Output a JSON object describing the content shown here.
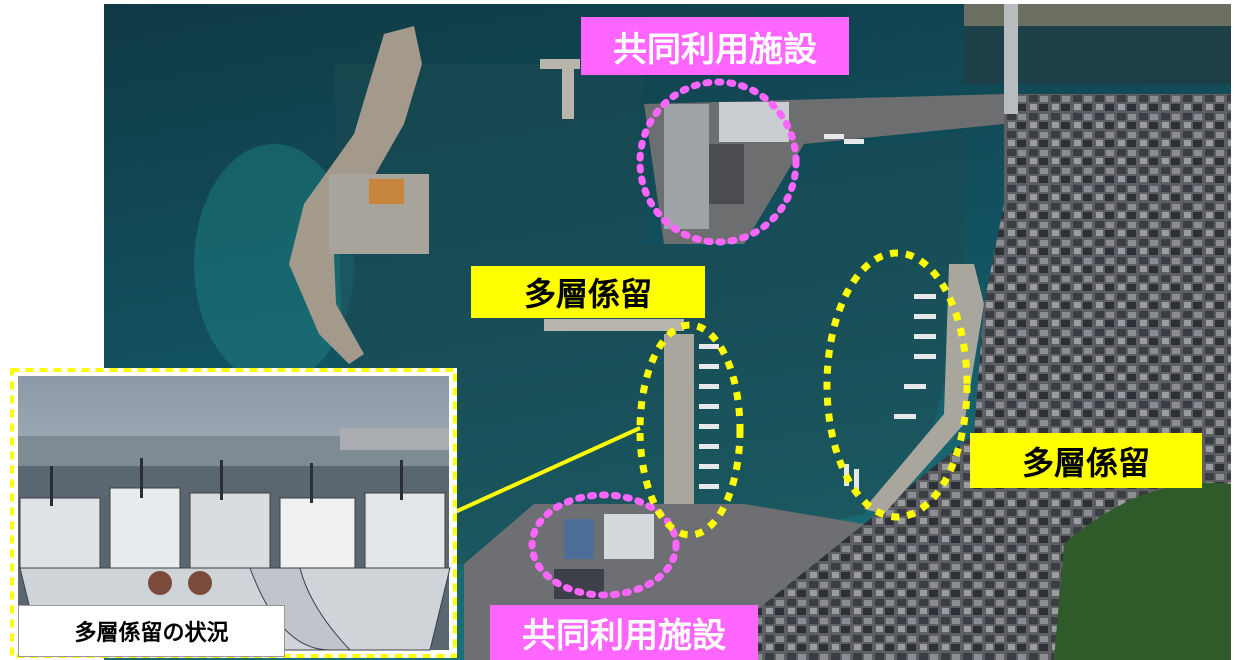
{
  "labels": {
    "shared_facility_top": "共同利用施設",
    "shared_facility_bottom": "共同利用施設",
    "multilayer_mooring_center": "多層係留",
    "multilayer_mooring_right": "多層係留",
    "inset_caption": "多層係留の状況"
  },
  "colors": {
    "shared_facility": "#ff66ff",
    "multilayer_mooring": "#ffff00",
    "sea": "#0e3b47",
    "harbor_water": "#1d4a52"
  }
}
